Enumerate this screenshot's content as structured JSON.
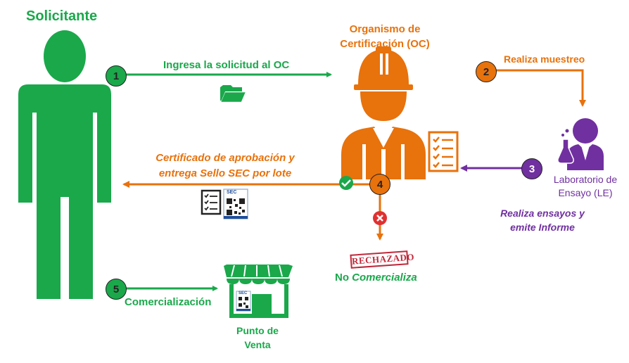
{
  "solicitante": {
    "title": "Solicitante"
  },
  "oc": {
    "title_line1": "Organismo de",
    "title_line2": "Certificación (OC)"
  },
  "steps": {
    "s1": {
      "number": "1",
      "label": "Ingresa la solicitud al OC"
    },
    "s2": {
      "number": "2",
      "label": "Realiza muestreo"
    },
    "s3": {
      "number": "3",
      "label_line1": "Realiza ensayos y",
      "label_line2": "emite Informe"
    },
    "s4": {
      "number": "4",
      "label_line1": "Certificado de aprobación y",
      "label_line2": "entrega Sello SEC por lote"
    },
    "s5": {
      "number": "5",
      "label": "Comercialización"
    }
  },
  "lab": {
    "title_line1": "Laboratorio de",
    "title_line2": "Ensayo (LE)"
  },
  "rejected": {
    "stamp": "RECHAZADO",
    "label_prefix": "No ",
    "label_em": "Comercializa"
  },
  "store": {
    "title_line1": "Punto de",
    "title_line2": "Venta",
    "sign_text": "SEC"
  },
  "sec_label": {
    "text": "SEC"
  },
  "colors": {
    "green": "#1aa84b",
    "orange": "#e8720c",
    "purple": "#7030a0",
    "red": "#e03131",
    "dark": "#222222"
  }
}
